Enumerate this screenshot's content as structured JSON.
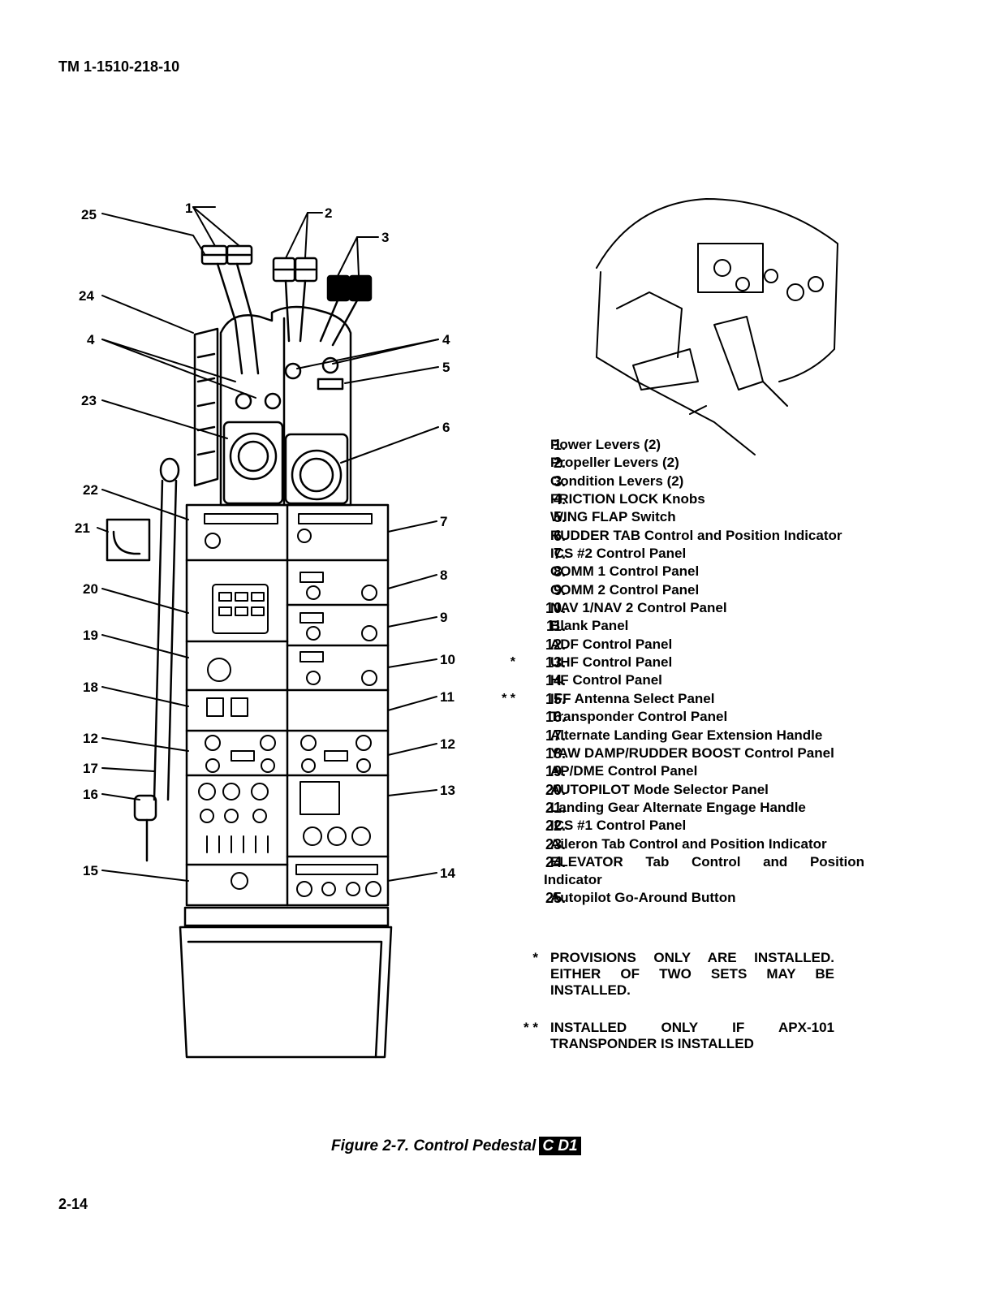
{
  "document": {
    "header": "TM 1-1510-218-10",
    "page_number": "2-14"
  },
  "callouts_left": [
    "25",
    "24",
    "4",
    "23",
    "22",
    "21",
    "20",
    "19",
    "18",
    "12",
    "17",
    "16",
    "15"
  ],
  "callouts_top": [
    "1",
    "2",
    "3"
  ],
  "callouts_right": [
    "4",
    "5",
    "6",
    "7",
    "8",
    "9",
    "10",
    "11",
    "12",
    "13",
    "14"
  ],
  "legend": [
    {
      "mark": "",
      "num": "1.",
      "text": "Power Levers (2)"
    },
    {
      "mark": "",
      "num": "2.",
      "text": "Propeller Levers (2)"
    },
    {
      "mark": "",
      "num": "3.",
      "text": "Condition Levers (2)"
    },
    {
      "mark": "",
      "num": "4.",
      "text": "FRICTION LOCK Knobs"
    },
    {
      "mark": "",
      "num": "5.",
      "text": "WING FLAP Switch"
    },
    {
      "mark": "",
      "num": "6.",
      "text": "RUDDER TAB Control and Position Indicator"
    },
    {
      "mark": "",
      "num": "7.",
      "text": "ICS #2 Control Panel"
    },
    {
      "mark": "",
      "num": "8.",
      "text": "COMM 1 Control Panel"
    },
    {
      "mark": "",
      "num": "9.",
      "text": "COMM 2 Control Panel"
    },
    {
      "mark": "",
      "num": "10.",
      "text": "NAV 1/NAV 2 Control Panel"
    },
    {
      "mark": "",
      "num": "11.",
      "text": "Blank Panel"
    },
    {
      "mark": "",
      "num": "12.",
      "text": "ADF Control Panel"
    },
    {
      "mark": "*",
      "num": "13.",
      "text": "UHF Control Panel"
    },
    {
      "mark": "",
      "num": "14.",
      "text": "HF Control Panel"
    },
    {
      "mark": "* *",
      "num": "15.",
      "text": "IFF Antenna Select Panel"
    },
    {
      "mark": "",
      "num": "16.",
      "text": "Transponder Control Panel"
    },
    {
      "mark": "",
      "num": "17.",
      "text": "Alternate Landing Gear Extension Handle"
    },
    {
      "mark": "",
      "num": "18.",
      "text": "YAW DAMP/RUDDER BOOST Control Panel"
    },
    {
      "mark": "",
      "num": "19.",
      "text": "AP/DME Control Panel"
    },
    {
      "mark": "",
      "num": "20.",
      "text": "AUTOPILOT Mode Selector Panel"
    },
    {
      "mark": "",
      "num": "21.",
      "text": "Landing Gear Alternate Engage Handle"
    },
    {
      "mark": "",
      "num": "22.",
      "text": "ICS #1 Control Panel"
    },
    {
      "mark": "",
      "num": "23.",
      "text": "Aileron Tab Control and Position Indicator"
    },
    {
      "mark": "",
      "num": "24.",
      "text": "ELEVATOR Tab Control and Position",
      "continuation": "Indicator"
    },
    {
      "mark": "",
      "num": "25.",
      "text": "Autopilot Go-Around Button"
    }
  ],
  "notes": [
    {
      "mark": "*",
      "lines": [
        "PROVISIONS ONLY ARE INSTALLED.",
        "EITHER OF TWO SETS MAY BE",
        "INSTALLED."
      ]
    },
    {
      "mark": "* *",
      "lines": [
        "INSTALLED ONLY IF APX-101",
        "TRANSPONDER IS INSTALLED"
      ]
    }
  ],
  "caption": {
    "text": "Figure 2-7.  Control Pedestal",
    "badge": "C D1"
  }
}
